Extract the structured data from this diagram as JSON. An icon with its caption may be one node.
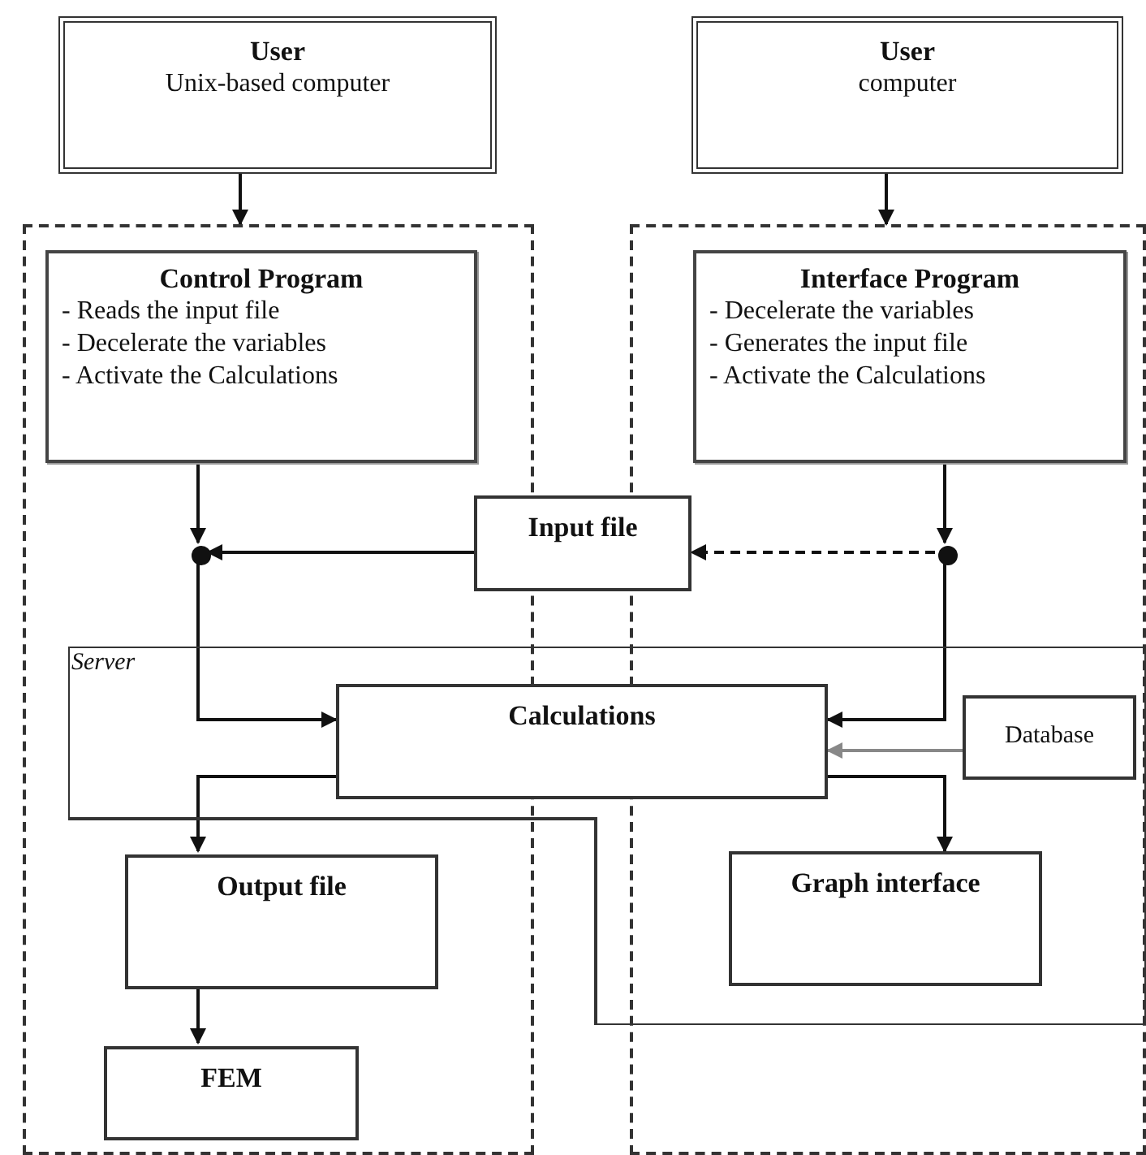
{
  "diagram": {
    "nodes": [
      {
        "text": [
          "User",
          "Unix-based computer"
        ]
      },
      {
        "text": [
          "User",
          "computer"
        ]
      },
      {
        "text": [],
        "shape": "box"
      },
      {
        "text": [],
        "shape": "box"
      },
      {
        "text": [
          "Control Program",
          "- Reads the input file",
          "- Decelerate the variables",
          "- Activate the Calculations"
        ],
        "in": 2
      },
      {
        "text": [
          "Interface Program",
          "- Decelerate the variables",
          "- Generates the input file",
          "- Activate the Calculations"
        ],
        "in": 3
      },
      {
        "text": [
          "Input file"
        ]
      },
      {
        "text": [],
        "shape": "circle",
        "in": 2
      },
      {
        "text": [],
        "shape": "circle",
        "in": 3
      },
      {
        "text": [
          "Server"
        ]
      },
      {
        "text": [
          "Calculations"
        ],
        "in": 9
      },
      {
        "text": [
          "Database"
        ]
      },
      {
        "text": [
          "Output file"
        ],
        "in": 2
      },
      {
        "text": [
          "Graph interface"
        ]
      },
      {
        "text": [
          "FEM"
        ],
        "in": 2
      }
    ],
    "edges": [
      {
        "from": 0,
        "to": 2,
        "arrow": "to"
      },
      {
        "from": 1,
        "to": 3,
        "arrow": "to"
      },
      {
        "from": 4,
        "to": 7,
        "arrow": "to"
      },
      {
        "from": 6,
        "to": 7,
        "arrow": "to"
      },
      {
        "from": 5,
        "to": 8,
        "arrow": "to"
      },
      {
        "from": 8,
        "to": 6,
        "arrow": "to",
        "style": "dashed"
      },
      {
        "from": 7,
        "to": 10,
        "arrow": "to"
      },
      {
        "from": 8,
        "to": 10,
        "arrow": "to"
      },
      {
        "from": 11,
        "to": 10,
        "arrow": "to",
        "color": "#888888"
      },
      {
        "from": 10,
        "to": 12,
        "arrow": "to"
      },
      {
        "from": 10,
        "to": 13,
        "arrow": "to"
      },
      {
        "from": 12,
        "to": 14,
        "arrow": "to"
      }
    ]
  }
}
